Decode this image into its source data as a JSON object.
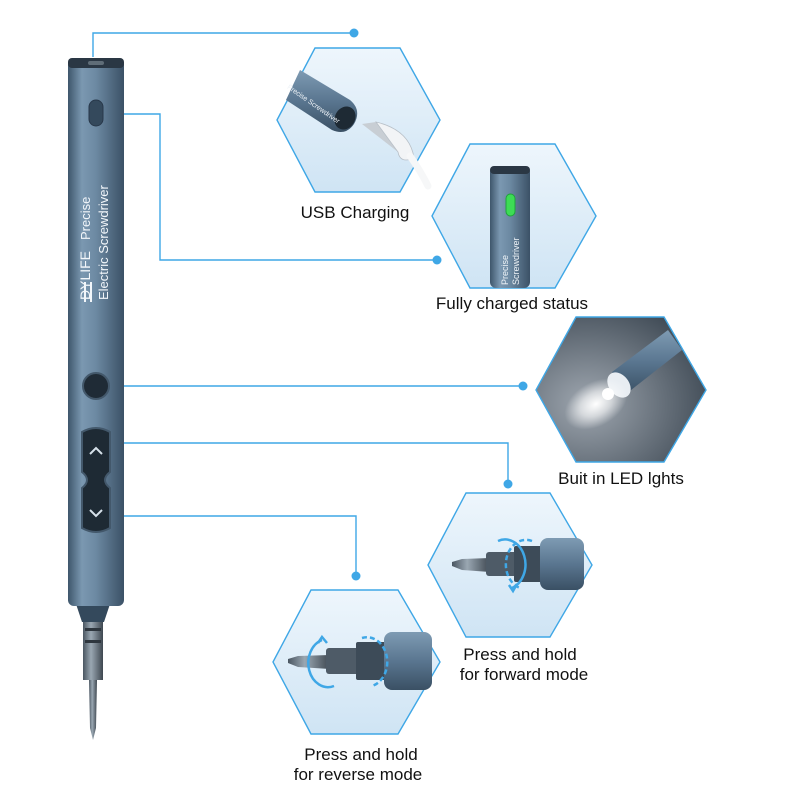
{
  "product": {
    "brand": "DYLIFE",
    "line1": "Precise",
    "line2": "Electric Screwdriver",
    "thumb_line1": "Precise",
    "thumb_line2": "Screwdriver",
    "usb_thumb_text": "Precise Screwdriver"
  },
  "features": {
    "usb": {
      "label": "USB Charging"
    },
    "charged": {
      "label": "Fully charged status"
    },
    "led": {
      "label": "Buit in LED lghts"
    },
    "forward": {
      "line1": "Press and hold",
      "line2": "for forward mode"
    },
    "reverse": {
      "line1": "Press and hold",
      "line2": "for reverse mode"
    }
  },
  "colors": {
    "accent_line": "#3fa7e6",
    "hex_fill": "#d9ebf8",
    "hex_border": "#3fa7e6",
    "body_blue": "#6d8aa3",
    "body_dark": "#3f566c",
    "status_led": "#3ddc55"
  }
}
